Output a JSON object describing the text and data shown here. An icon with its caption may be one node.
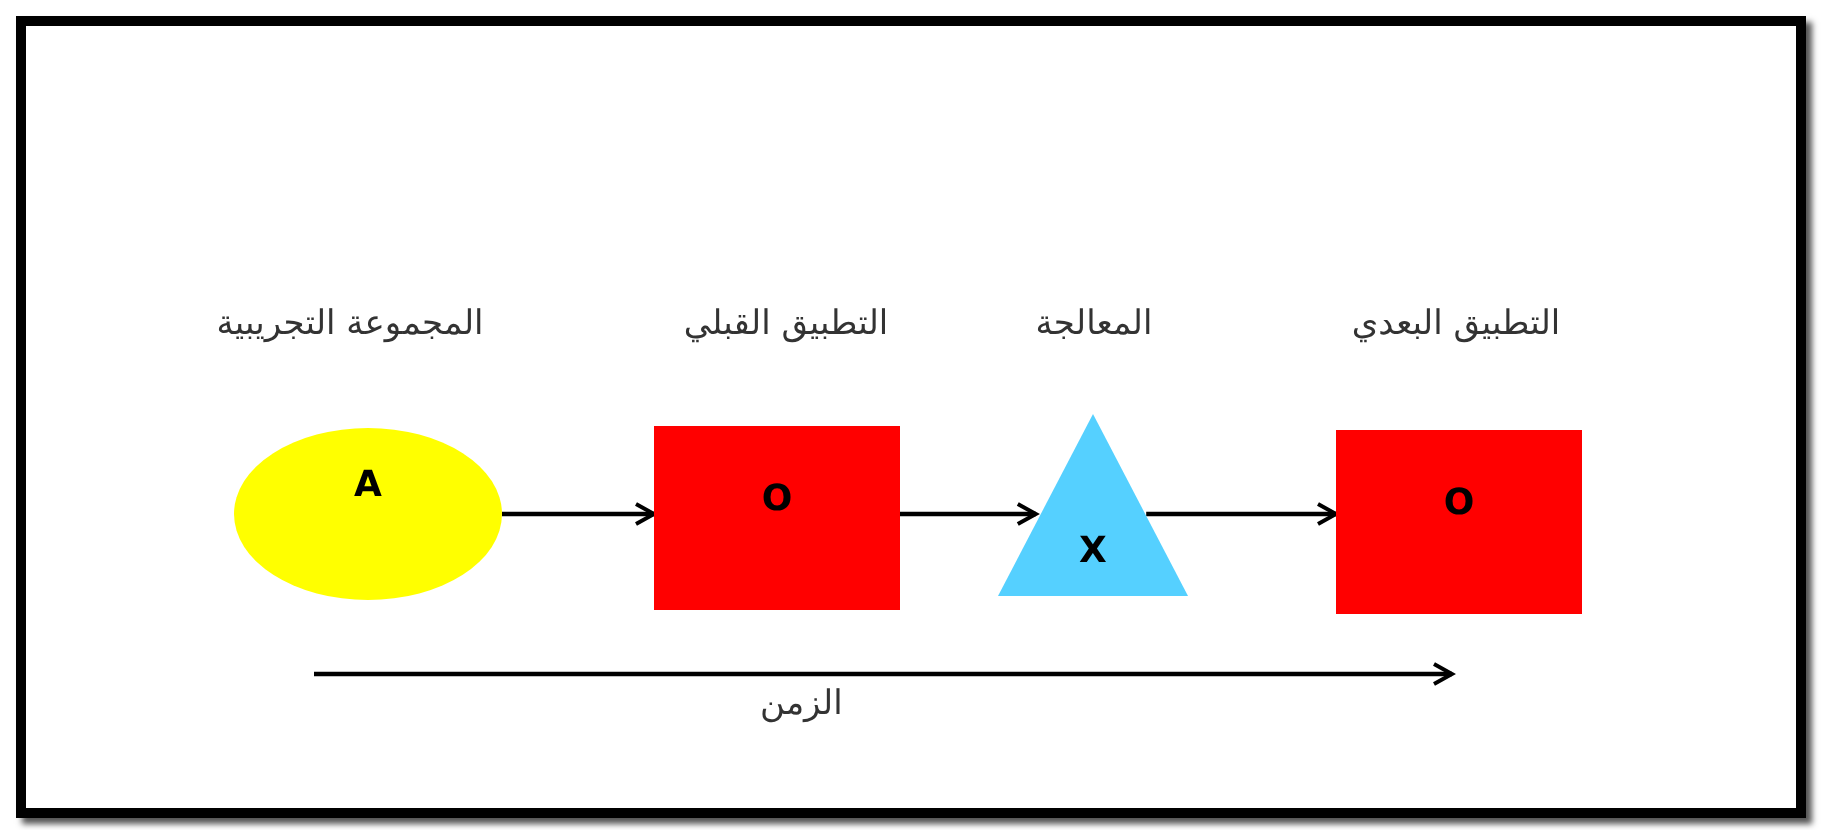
{
  "diagram": {
    "nodes": [
      {
        "text": [
          "المجموعة التجريبية",
          "A"
        ]
      },
      {
        "text": [
          "التطبيق القبلي",
          "O"
        ]
      },
      {
        "text": [
          "المعالجة",
          "X"
        ]
      },
      {
        "text": [
          "التطبيق البعدي",
          "O"
        ]
      }
    ],
    "edges": [
      {
        "from": 0,
        "to": 1,
        "arrow": "to"
      },
      {
        "from": 1,
        "to": 2,
        "arrow": "to"
      },
      {
        "from": 2,
        "to": 3,
        "arrow": "to"
      }
    ],
    "labels": [
      "الزمن"
    ]
  }
}
